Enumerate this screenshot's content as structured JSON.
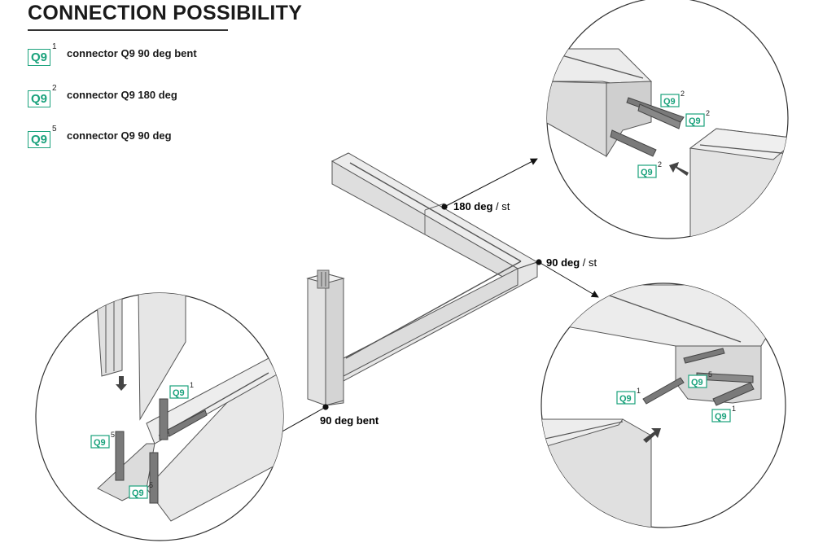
{
  "title": "CONNECTION POSSIBILITY",
  "colors": {
    "accent": "#1aa27c",
    "profile": "#e3e3e3",
    "profile_dark": "#cfcfcf",
    "plate": "#7a7a7a",
    "outline": "#555555"
  },
  "legend": [
    {
      "code": "Q9",
      "sup": "1",
      "text": "connector Q9 90 deg bent"
    },
    {
      "code": "Q9",
      "sup": "2",
      "text": "connector Q9 180 deg"
    },
    {
      "code": "Q9",
      "sup": "5",
      "text": "connector Q9 90 deg"
    }
  ],
  "callouts": {
    "c180": {
      "bold": "180 deg",
      "rest": " / st"
    },
    "c90": {
      "bold": "90 deg",
      "rest": " / st"
    },
    "c90bent": {
      "bold": "90 deg bent"
    }
  },
  "tags": {
    "code": "Q9",
    "tr1_sup": "2",
    "tr2_sup": "2",
    "tr3_sup": "2",
    "br1_sup": "5",
    "br2_sup": "1",
    "br3_sup": "1",
    "bl1_sup": "1",
    "bl2_sup": "5",
    "bl3_sup": "5"
  }
}
